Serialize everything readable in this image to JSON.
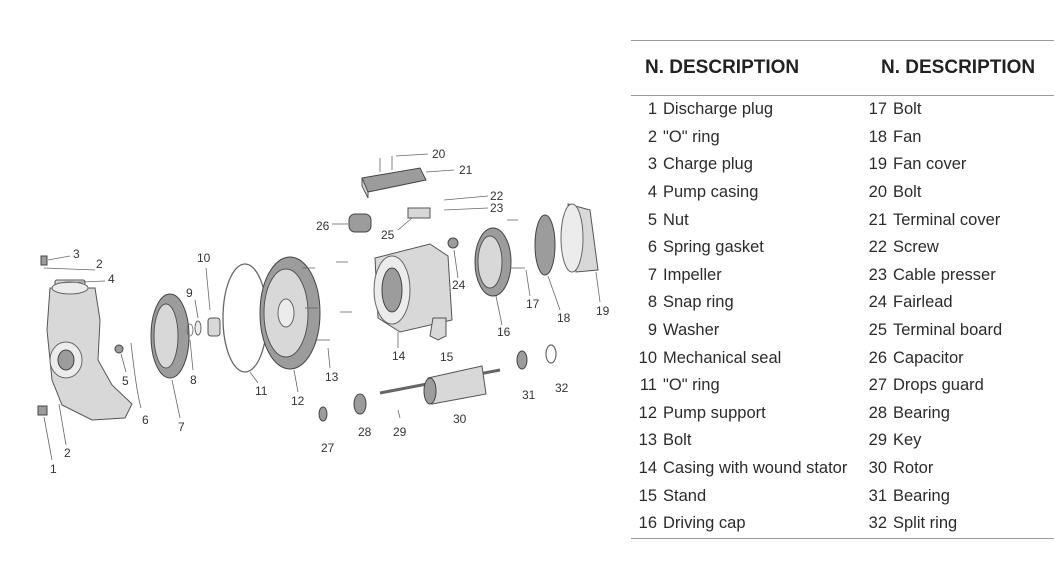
{
  "header": {
    "left": "N. DESCRIPTION",
    "right": "N. DESCRIPTION"
  },
  "parts": [
    {
      "n": "1",
      "d": "Discharge plug"
    },
    {
      "n": "2",
      "d": "\"O\" ring"
    },
    {
      "n": "3",
      "d": "Charge plug"
    },
    {
      "n": "4",
      "d": "Pump casing"
    },
    {
      "n": "5",
      "d": "Nut"
    },
    {
      "n": "6",
      "d": "Spring gasket"
    },
    {
      "n": "7",
      "d": "Impeller"
    },
    {
      "n": "8",
      "d": "Snap ring"
    },
    {
      "n": "9",
      "d": "Washer"
    },
    {
      "n": "10",
      "d": "Mechanical seal"
    },
    {
      "n": "11",
      "d": "\"O\" ring"
    },
    {
      "n": "12",
      "d": "Pump support"
    },
    {
      "n": "13",
      "d": "Bolt"
    },
    {
      "n": "14",
      "d": "Casing with wound stator"
    },
    {
      "n": "15",
      "d": "Stand"
    },
    {
      "n": "16",
      "d": "Driving cap"
    },
    {
      "n": "17",
      "d": "Bolt"
    },
    {
      "n": "18",
      "d": "Fan"
    },
    {
      "n": "19",
      "d": "Fan cover"
    },
    {
      "n": "20",
      "d": "Bolt"
    },
    {
      "n": "21",
      "d": "Terminal cover"
    },
    {
      "n": "22",
      "d": "Screw"
    },
    {
      "n": "23",
      "d": "Cable presser"
    },
    {
      "n": "24",
      "d": "Fairlead"
    },
    {
      "n": "25",
      "d": "Terminal board"
    },
    {
      "n": "26",
      "d": "Capacitor"
    },
    {
      "n": "27",
      "d": "Drops guard"
    },
    {
      "n": "28",
      "d": "Bearing"
    },
    {
      "n": "29",
      "d": "Key"
    },
    {
      "n": "30",
      "d": "Rotor"
    },
    {
      "n": "31",
      "d": "Bearing"
    },
    {
      "n": "32",
      "d": "Split ring"
    }
  ],
  "diagram_labels": [
    "1",
    "2",
    "2",
    "3",
    "4",
    "5",
    "6",
    "7",
    "8",
    "9",
    "10",
    "11",
    "12",
    "13",
    "14",
    "15",
    "16",
    "17",
    "18",
    "19",
    "20",
    "21",
    "22",
    "23",
    "24",
    "25",
    "26",
    "27",
    "28",
    "29",
    "30",
    "31",
    "32"
  ]
}
